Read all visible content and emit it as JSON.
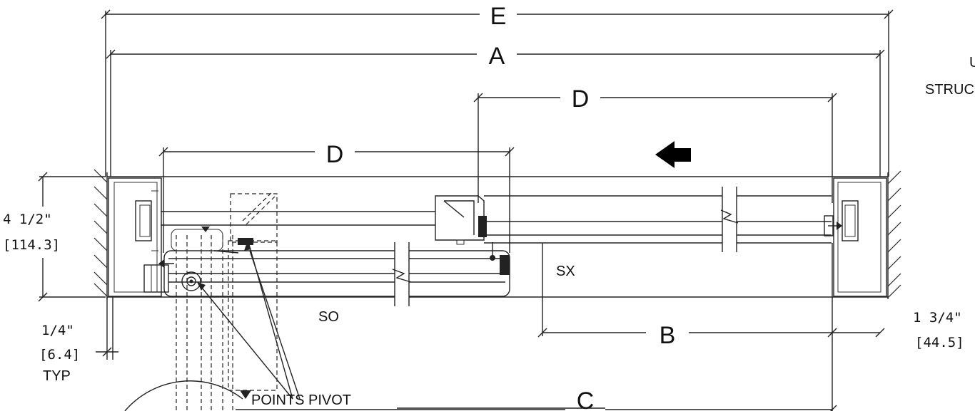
{
  "labels": {
    "E": "E",
    "A": "A",
    "D_top": "D",
    "D_left": "D",
    "B": "B",
    "C": "C",
    "SX": "SX",
    "SO": "SO",
    "pivot": "POINTS PIVOT",
    "height_in": "4 1/2\"",
    "height_mm": "[114.3]",
    "jamb_in": "1 3/4\"",
    "jamb_mm": "[44.5]",
    "gap_in": "1/4\"",
    "gap_mm": "[6.4]",
    "gap_typ": "TYP",
    "note_line1": "U",
    "note_line2": "STRUC"
  },
  "icons": {
    "direction": "arrow-left-icon"
  }
}
